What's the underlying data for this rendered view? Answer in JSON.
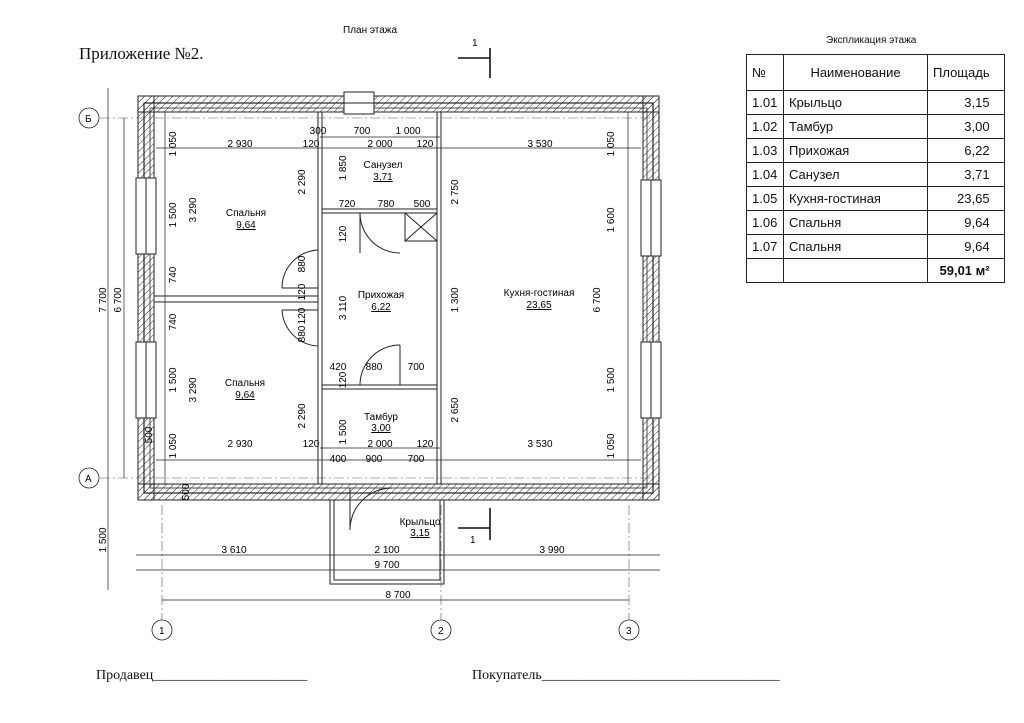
{
  "plan_title": "План этажа",
  "appendix": "Приложение №2.",
  "explication": {
    "title": "Экспликация  этажа",
    "headers": [
      "№",
      "Наименование",
      "Площадь"
    ],
    "rows": [
      {
        "no": "1.01",
        "name": "Крыльцо",
        "area": "3,15"
      },
      {
        "no": "1.02",
        "name": "Тамбур",
        "area": "3,00"
      },
      {
        "no": "1.03",
        "name": "Прихожая",
        "area": "6,22"
      },
      {
        "no": "1.04",
        "name": "Санузел",
        "area": "3,71"
      },
      {
        "no": "1.05",
        "name": "Кухня-гостиная",
        "area": "23,65"
      },
      {
        "no": "1.06",
        "name": "Спальня",
        "area": "9,64"
      },
      {
        "no": "1.07",
        "name": "Спальня",
        "area": "9,64"
      }
    ],
    "total": "59,01 м²"
  },
  "rooms": {
    "bedroom_top": {
      "name": "Спальня",
      "area": "9,64"
    },
    "bedroom_bottom": {
      "name": "Спальня",
      "area": "9,64"
    },
    "bathroom": {
      "name": "Санузел",
      "area": "3,71"
    },
    "hall": {
      "name": "Прихожая",
      "area": "6,22"
    },
    "vestibule": {
      "name": "Тамбур",
      "area": "3,00"
    },
    "kitchen": {
      "name": "Кухня-гостиная",
      "area": "23,65"
    },
    "porch": {
      "name": "Крыльцо",
      "area": "3,15"
    }
  },
  "axes": {
    "row_b": "Б",
    "row_a": "А",
    "col_1": "1",
    "col_2": "2",
    "col_3": "3"
  },
  "section_mark": "1",
  "dims": {
    "top": [
      "300",
      "700",
      "1 000",
      "2 930",
      "120",
      "2 000",
      "120",
      "3 530"
    ],
    "bathroom_bottom": [
      "720",
      "780",
      "500"
    ],
    "vestibule_top": [
      "420",
      "880",
      "700"
    ],
    "inner_bottom": [
      "2 930",
      "120",
      "2 000",
      "120",
      "3 530"
    ],
    "bottom_openings": [
      "400",
      "900",
      "700"
    ],
    "bottom_chain": [
      "3 610",
      "2 100",
      "3 990"
    ],
    "overall_inner": "9 700",
    "overall_axes": "8 700",
    "left_outer": "7 700",
    "left_inner": "6 700",
    "left_chain": [
      "1 050",
      "1 500",
      "740",
      "740",
      "1 500",
      "1 050"
    ],
    "left_walls": [
      "500",
      "500"
    ],
    "porch_depth": "1 500",
    "bedroom_heights": [
      "3 290",
      "3 290"
    ],
    "bedroom_right": [
      "2 290",
      "880",
      "120",
      "120",
      "880",
      "2 290"
    ],
    "hall_col": [
      "1 850",
      "120",
      "3 110",
      "120",
      "1 500"
    ],
    "kitchen_col": [
      "2 750",
      "1 300",
      "2 650"
    ],
    "right_chain": [
      "1 050",
      "1 600",
      "1 500",
      "1 050"
    ],
    "right_inner": "6 700"
  },
  "signatures": {
    "seller": "Продавец______________________",
    "buyer": "Покупатель__________________________________"
  }
}
